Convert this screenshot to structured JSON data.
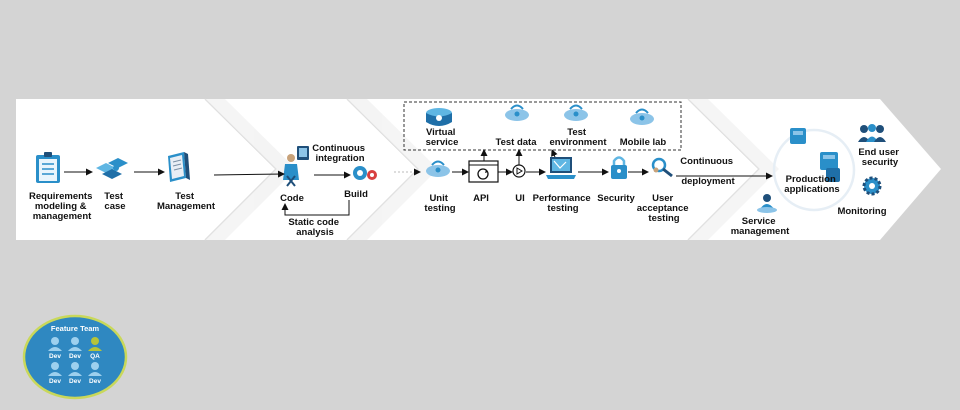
{
  "stages": {
    "requirements": [
      "Requirements",
      "modeling &",
      "management"
    ],
    "test_case": [
      "Test",
      "case"
    ],
    "test_management": [
      "Test",
      "Management"
    ],
    "continuous_integration": [
      "Continuous",
      "integration"
    ],
    "code": "Code",
    "build": "Build",
    "static_code_analysis": [
      "Static code",
      "analysis"
    ],
    "virtual_service": [
      "Virtual",
      "service"
    ],
    "test_data": "Test data",
    "test_environment": [
      "Test",
      "environment"
    ],
    "mobile_lab": "Mobile lab",
    "unit_testing": [
      "Unit",
      "testing"
    ],
    "api": "API",
    "ui": "UI",
    "performance_testing": [
      "Performance",
      "testing"
    ],
    "security": "Security",
    "user_acceptance_testing": [
      "User",
      "acceptance",
      "testing"
    ],
    "continuous_deployment": [
      "Continuous",
      "deployment"
    ],
    "production_applications": [
      "Production",
      "applications"
    ],
    "end_user_security": [
      "End user",
      "security"
    ],
    "monitoring": "Monitoring",
    "service_management": [
      "Service",
      "management"
    ]
  },
  "feature_team": {
    "title": "Feature Team",
    "members": [
      "Dev",
      "Dev",
      "QA",
      "Dev",
      "Dev",
      "Dev"
    ]
  },
  "colors": {
    "background": "#d4d4d4",
    "band": "#ffffff",
    "icon_blue": "#2a8fc9",
    "icon_dark": "#1f4f7a",
    "qa_green": "#b5c43a",
    "team_fill": "#2f88c1"
  }
}
